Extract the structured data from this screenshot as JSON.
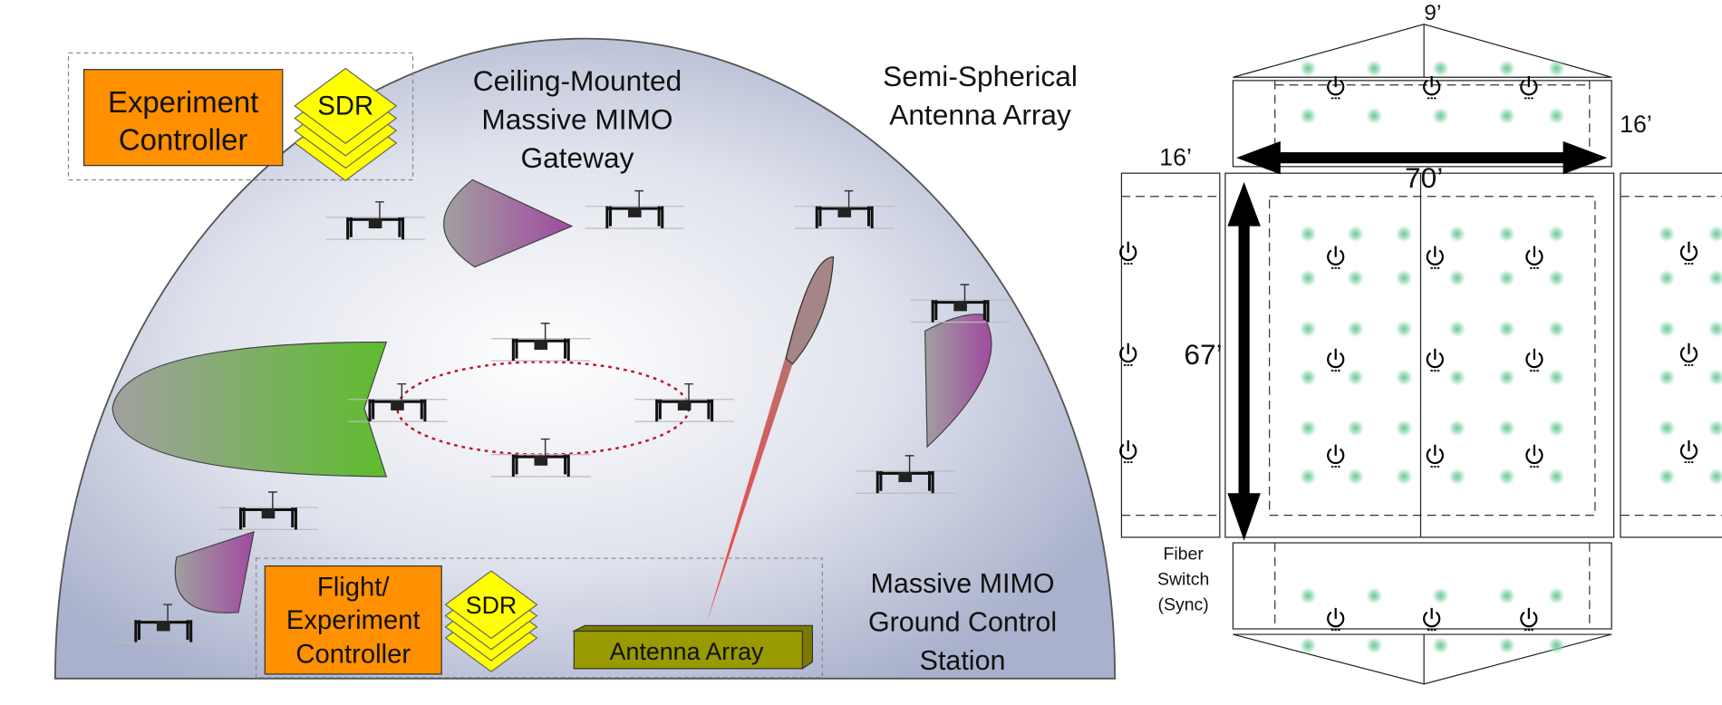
{
  "left_panel": {
    "ceiling_gateway_label": [
      "Ceiling-Mounted",
      "Massive MIMO",
      "Gateway"
    ],
    "antenna_array_label": [
      "Semi-Spherical",
      "Antenna Array"
    ],
    "experiment_controller": [
      "Experiment",
      "Controller"
    ],
    "sdr_top": "SDR",
    "flight_controller": [
      "Flight/",
      "Experiment",
      "Controller"
    ],
    "sdr_bottom": "SDR",
    "antenna_array_box": "Antenna Array",
    "ground_station_label": [
      "Massive MIMO",
      "Ground Control",
      "Station"
    ]
  },
  "right_panel": {
    "dim_top": "9’",
    "dim_top_right": "16’",
    "dim_width": "70’",
    "dim_left": "16’",
    "dim_height": "67’",
    "fiber_switch": [
      "Fiber",
      "Switch",
      "(Sync)"
    ]
  },
  "colors": {
    "controller": "#ff9000",
    "sdr": "#ffff00",
    "antenna_box": "#999900",
    "green_beam": "#6ab840",
    "purple_beam": "#a050a0",
    "red_beam": "#e05050",
    "star": "#7fcf9f"
  }
}
